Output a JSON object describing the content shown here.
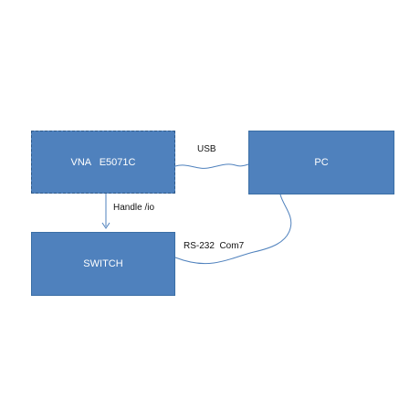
{
  "colors": {
    "box_fill": "#4f81bd",
    "box_border": "#3a6ea5",
    "connector": "#4f81bd",
    "label_text": "#111111"
  },
  "boxes": {
    "vna": {
      "label": "VNA   E5071C"
    },
    "pc": {
      "label": "PC"
    },
    "switch": {
      "label": "SWITCH"
    }
  },
  "connectors": {
    "usb": {
      "label": "USB"
    },
    "handle": {
      "label": "Handle /io"
    },
    "rs232": {
      "label": "RS-232  Com7"
    }
  }
}
